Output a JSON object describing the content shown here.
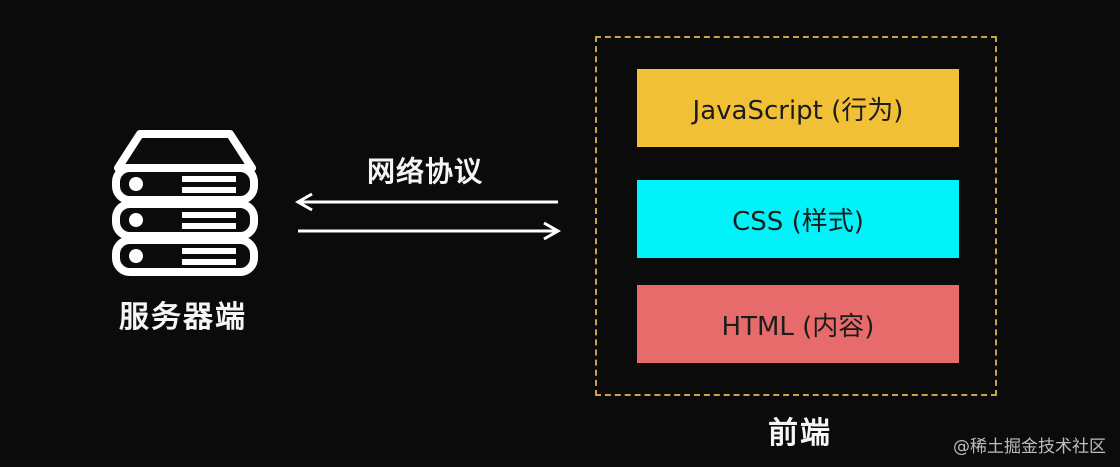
{
  "server": {
    "label": "服务器端",
    "icon": "server-icon"
  },
  "protocol": {
    "label": "网络协议"
  },
  "frontend": {
    "label": "前端",
    "layers": [
      {
        "label": "JavaScript (行为)",
        "color": "#f2c037"
      },
      {
        "label": "CSS (样式)",
        "color": "#00f3f8"
      },
      {
        "label": "HTML (内容)",
        "color": "#e76b6b"
      }
    ]
  },
  "watermark": "@稀土掘金技术社区",
  "colors": {
    "background": "#0b0b0b",
    "box_border": "#c9a24a",
    "line": "#ffffff"
  }
}
